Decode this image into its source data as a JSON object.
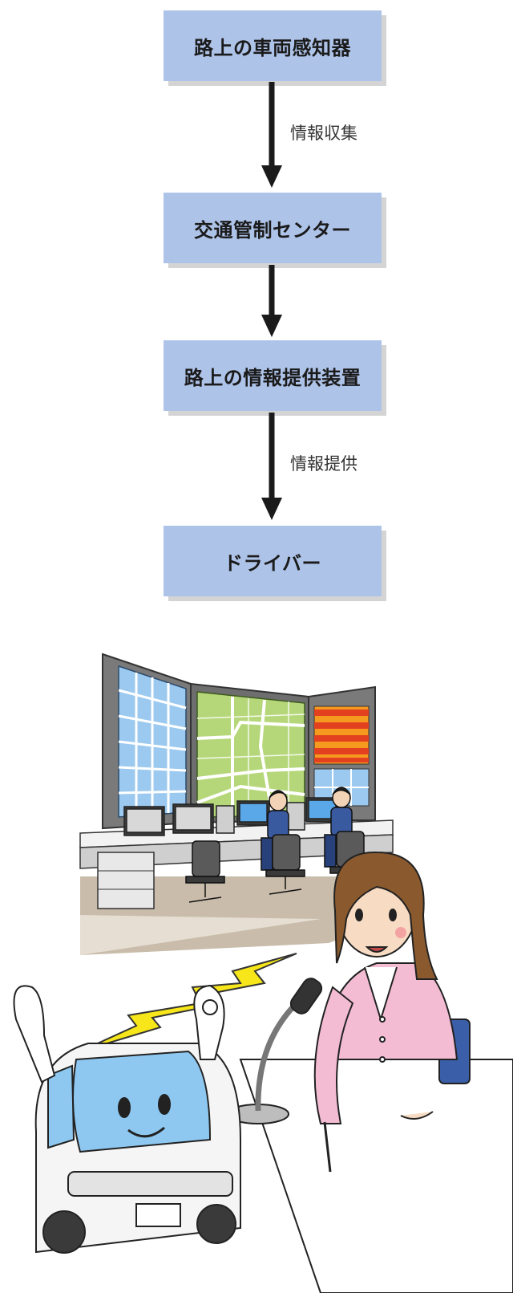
{
  "flow": {
    "steps": [
      "路上の車両感知器",
      "交通管制センター",
      "路上の情報提供装置",
      "ドライバー"
    ],
    "edges": [
      "情報収集",
      "",
      "情報提供"
    ]
  },
  "colors": {
    "box_fill": "#aec3e8",
    "box_shadow": "#d4d4d4",
    "arrow": "#1a1a1a",
    "screen_green": "#b5d779",
    "screen_blue": "#9cc9ef",
    "heat_red": "#e2401f",
    "heat_orange": "#f59a1f",
    "cardigan_pink": "#f3bcd3",
    "hair_brown": "#8a5a2e",
    "bolt_yellow": "#f6e61a",
    "car_window": "#8ec8f0"
  },
  "illustration": {
    "elements": [
      "control-room-video-wall",
      "operator-desks",
      "radio-announcer",
      "microphone",
      "lightning-bolt",
      "smiling-car"
    ]
  }
}
